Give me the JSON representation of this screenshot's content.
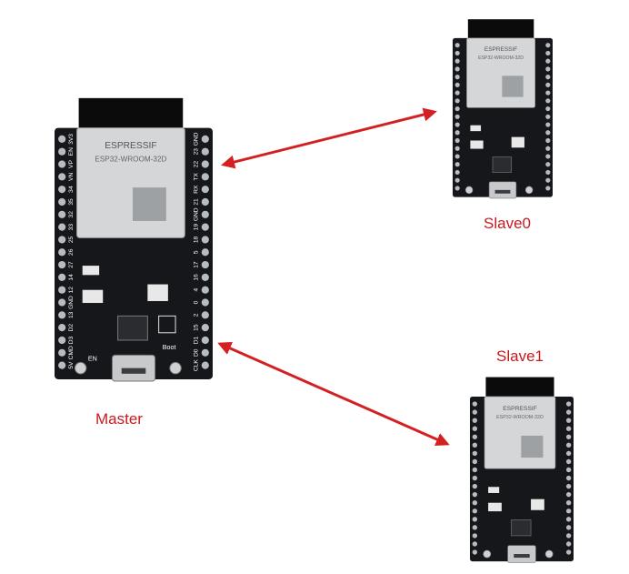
{
  "diagram": {
    "boards": {
      "master": {
        "label": "Master",
        "module_brand": "ESPRESSIF",
        "module_model": "ESP32-WROOM-32D",
        "button_en": "EN",
        "button_boot": "Boot",
        "pins_left": [
          "3V3",
          "EN",
          "VP",
          "VN",
          "34",
          "35",
          "32",
          "33",
          "25",
          "26",
          "27",
          "14",
          "12",
          "GND",
          "13",
          "D2",
          "D3",
          "CMD",
          "5V"
        ],
        "pins_right": [
          "GND",
          "23",
          "22",
          "TX",
          "RX",
          "21",
          "GND",
          "19",
          "18",
          "5",
          "17",
          "16",
          "4",
          "0",
          "2",
          "15",
          "D1",
          "D0",
          "CLK"
        ]
      },
      "slave0": {
        "label": "Slave0",
        "module_brand": "ESPRESSIF",
        "module_model": "ESP32-WROOM-32D"
      },
      "slave1": {
        "label": "Slave1",
        "module_brand": "ESPRESSIF",
        "module_model": "ESP32-WROOM-32D"
      }
    },
    "connections": [
      {
        "from": "master",
        "to": "slave0",
        "style": "double-arrow",
        "color": "#d42020"
      },
      {
        "from": "master",
        "to": "slave1",
        "style": "double-arrow",
        "color": "#d42020"
      }
    ],
    "colors": {
      "label": "#c8191e",
      "pcb": "#15171a",
      "antenna": "#0b0b0b",
      "module_can": "#d4d6d8",
      "pin": "#b9bcbf"
    }
  }
}
